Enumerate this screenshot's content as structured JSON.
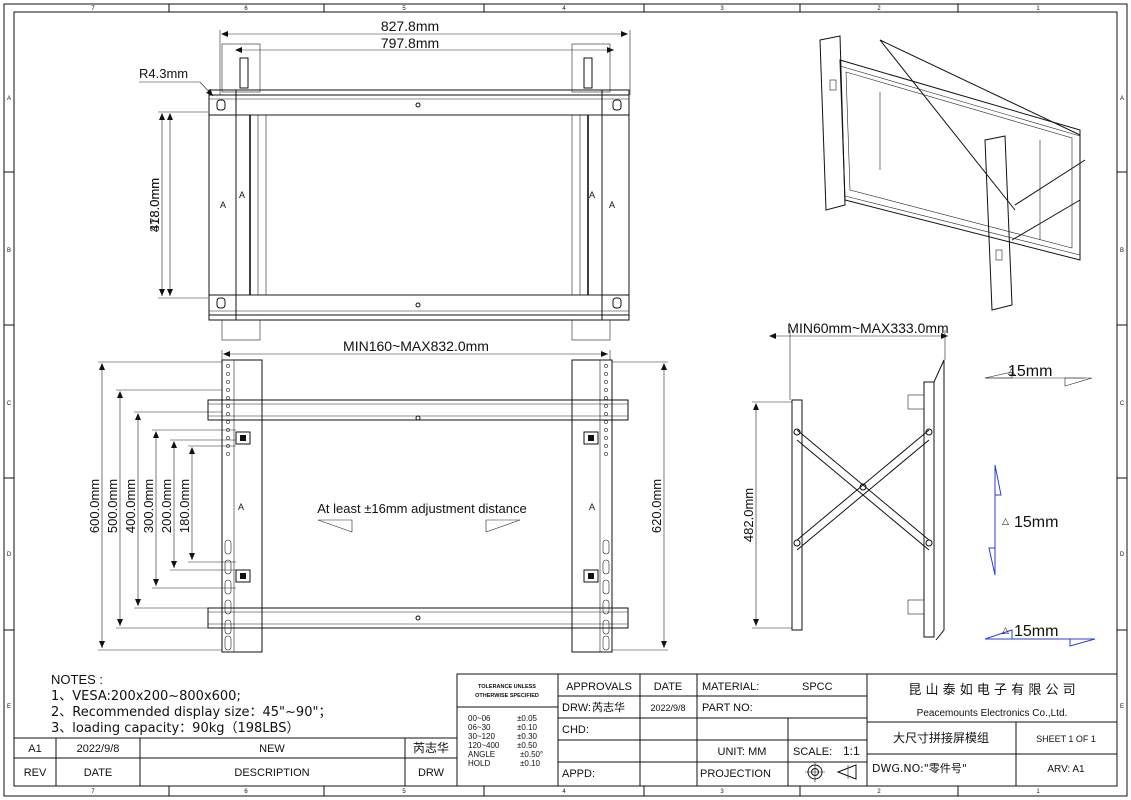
{
  "drawing": {
    "zones": {
      "columns": [
        "7",
        "6",
        "5",
        "4",
        "3",
        "2",
        "1"
      ],
      "rows": [
        "A",
        "B",
        "C",
        "D",
        "E"
      ]
    },
    "front_view": {
      "overall_width": "827.8mm",
      "inner_width": "797.8mm",
      "radius": "R4.3mm",
      "height_outer": "418.0mm",
      "height_inner": "378.0mm",
      "arm_marks": [
        "A",
        "A",
        "A",
        "A"
      ]
    },
    "rear_view": {
      "width_range": "MIN160~MAX832.0mm",
      "adjustment_note": "At least ±16mm adjustment distance",
      "heights_left": [
        "600.0mm",
        "500.0mm",
        "400.0mm",
        "300.0mm",
        "200.0mm",
        "180.0mm"
      ],
      "height_right": "620.0mm",
      "arm_marks": [
        "A",
        "A"
      ]
    },
    "side_view": {
      "depth_range": "MIN60mm~MAX333.0mm",
      "height": "482.0mm"
    },
    "adjust_icons": [
      "15mm",
      "15mm",
      "15mm"
    ]
  },
  "notes": {
    "title": "NOTES :",
    "lines": [
      "1、VESA:200x200~800x600;",
      "2、Recommended display size：45\"~90\"；",
      "3、loading capacity：90kg（198LBS）"
    ]
  },
  "revision": {
    "row": {
      "rev": "A1",
      "date": "2022/9/8",
      "description": "NEW",
      "drw": "芮志华"
    },
    "headers": {
      "rev": "REV",
      "date": "DATE",
      "description": "DESCRIPTION",
      "drw": "DRW"
    }
  },
  "title_block": {
    "tolerance_title_1": "TOLERANCE UNLESS",
    "tolerance_title_2": "OTHERWISE SPECIFIED",
    "tolerances": [
      {
        "range": "00~06",
        "value": "±0.05"
      },
      {
        "range": "06~30",
        "value": "±0.10"
      },
      {
        "range": "30~120",
        "value": "±0.30"
      },
      {
        "range": "120~400",
        "value": "±0.50"
      },
      {
        "range": "ANGLE",
        "value": "±0.50°"
      },
      {
        "range": "HOLD",
        "value": "±0.10"
      }
    ],
    "approvals_label": "APPROVALS",
    "date_label": "DATE",
    "drw_label": "DRW:",
    "drw_name": "芮志华",
    "drw_date": "2022/9/8",
    "chd_label": "CHD:",
    "appd_label": "APPD:",
    "material_label": "MATERIAL:",
    "material_value": "SPCC",
    "part_no_label": "PART NO:",
    "unit": "UNIT: MM",
    "scale_label": "SCALE:",
    "scale_value": "1:1",
    "projection_label": "PROJECTION",
    "company_cn": "昆 山 泰 如 电 子 有 限 公 司",
    "company_en": "Peacemounts Electronics Co.,Ltd.",
    "part_name": "大尺寸拼接屏模组",
    "sheet": "SHEET 1 OF 1",
    "dwg_no": "DWG.NO:\"零件号\"",
    "arv": "ARV:  A1"
  }
}
